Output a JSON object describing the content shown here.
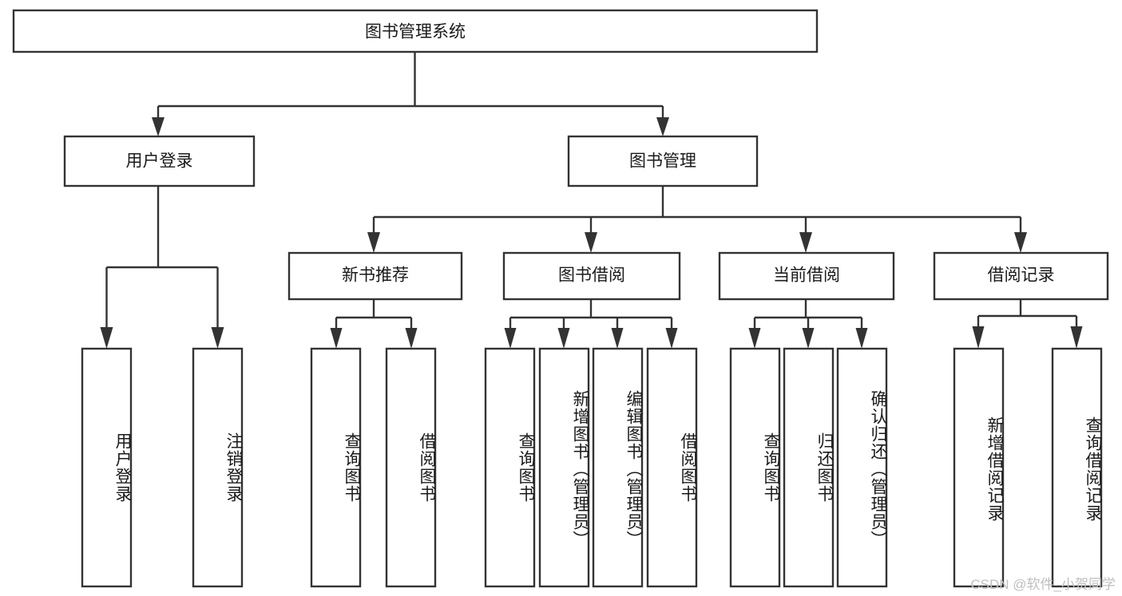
{
  "diagram": {
    "type": "tree-hierarchy",
    "title": "图书管理系统",
    "watermark": "CSDN @软件_小贺同学",
    "colors": {
      "stroke": "#333333",
      "fill": "#ffffff",
      "text": "#1a1a1a",
      "watermark": "#bfbfbf",
      "background": "#ffffff"
    },
    "levels": {
      "root": {
        "label": "图书管理系统"
      },
      "level2": [
        {
          "label": "用户登录"
        },
        {
          "label": "图书管理"
        }
      ],
      "level3": [
        {
          "label": "新书推荐"
        },
        {
          "label": "图书借阅"
        },
        {
          "label": "当前借阅"
        },
        {
          "label": "借阅记录"
        }
      ],
      "leaves": [
        {
          "label": "用户登录",
          "parent": "用户登录"
        },
        {
          "label": "注销登录",
          "parent": "用户登录"
        },
        {
          "label": "查询图书",
          "parent": "新书推荐"
        },
        {
          "label": "借阅图书",
          "parent": "新书推荐"
        },
        {
          "label": "查询图书",
          "parent": "图书借阅"
        },
        {
          "label": "新增图书（管理员）",
          "parent": "图书借阅"
        },
        {
          "label": "编辑图书（管理员）",
          "parent": "图书借阅"
        },
        {
          "label": "借阅图书",
          "parent": "图书借阅"
        },
        {
          "label": "查询图书",
          "parent": "当前借阅"
        },
        {
          "label": "归还图书",
          "parent": "当前借阅"
        },
        {
          "label": "确认归还（管理员）",
          "parent": "当前借阅"
        },
        {
          "label": "新增借阅记录",
          "parent": "借阅记录"
        },
        {
          "label": "查询借阅记录",
          "parent": "借阅记录"
        }
      ]
    }
  }
}
